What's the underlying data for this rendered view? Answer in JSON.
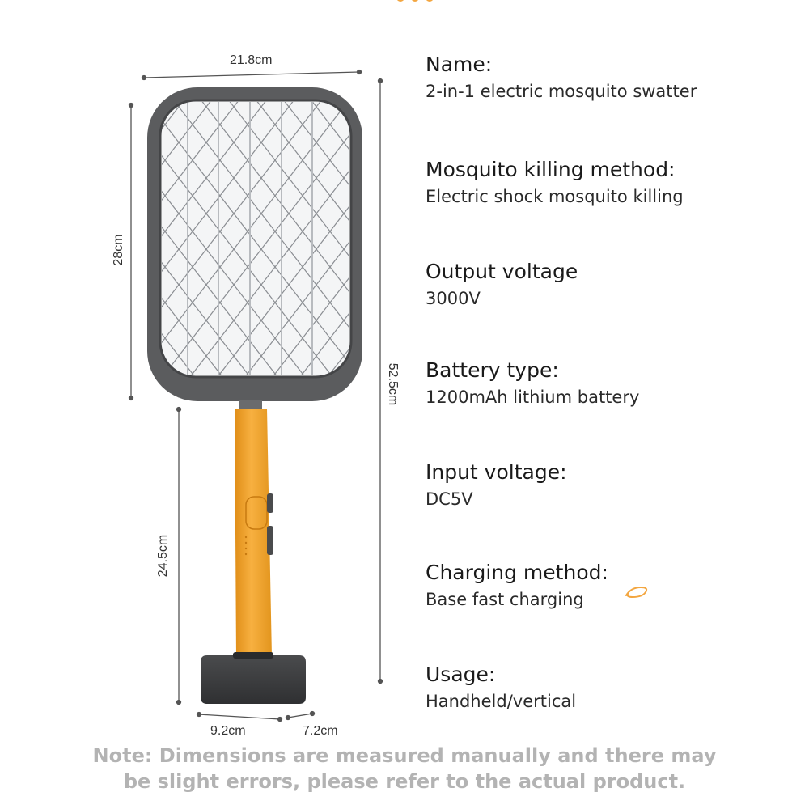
{
  "dimensions": {
    "width_top": "21.8cm",
    "head_height": "28cm",
    "total_height": "52.5cm",
    "handle_height": "24.5cm",
    "base_width": "9.2cm",
    "base_depth": "7.2cm"
  },
  "specs": [
    {
      "name": "Name:",
      "value": "2-in-1 electric mosquito swatter"
    },
    {
      "name": "Mosquito killing method:",
      "value": "Electric shock mosquito killing"
    },
    {
      "name": "Output voltage",
      "value": "3000V"
    },
    {
      "name": "Battery type:",
      "value": "1200mAh lithium battery"
    },
    {
      "name": "Input voltage:",
      "value": "DC5V"
    },
    {
      "name": "Charging method:",
      "value": "Base fast charging"
    },
    {
      "name": "Usage:",
      "value": "Handheld/vertical"
    }
  ],
  "note": {
    "line1": "Note: Dimensions are measured manually and there may",
    "line2": "be slight errors, please refer to the actual product."
  },
  "colors": {
    "frame": "#5b5c5e",
    "handle": "#f2a22a",
    "base": "#3e3f41",
    "accent": "#f3a640"
  }
}
